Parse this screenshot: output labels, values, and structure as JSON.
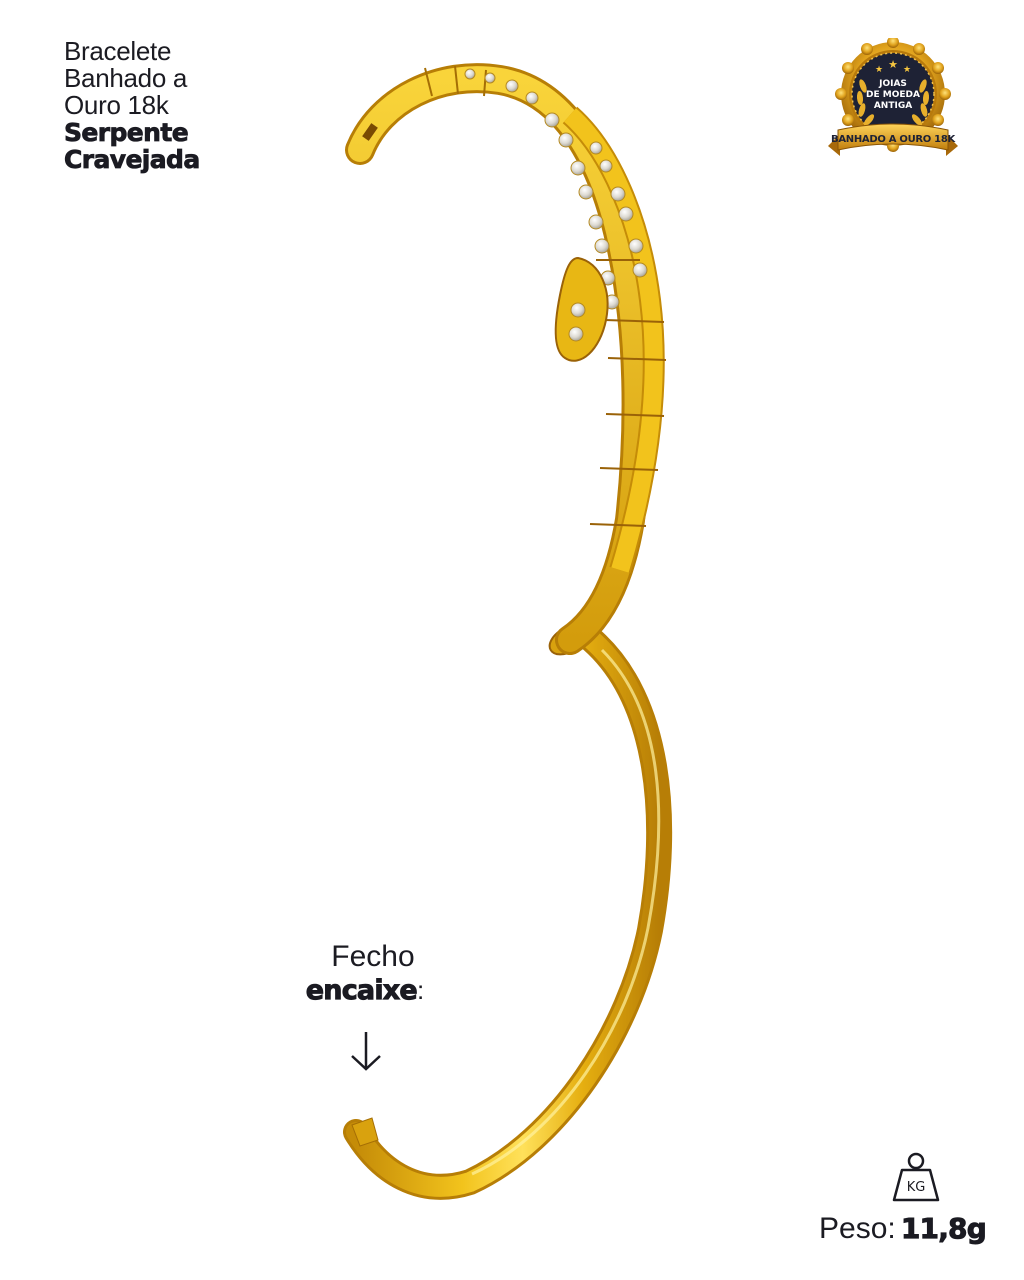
{
  "product": {
    "title_lines": [
      "Bracelete",
      "Banhado a",
      "Ouro 18k"
    ],
    "name_lines": [
      "Serpente",
      "Cravejada"
    ]
  },
  "badge": {
    "lines": [
      "JOIAS",
      "DE MOEDA",
      "ANTIGA"
    ],
    "ribbon": "BANHADO A OURO 18K",
    "stars": 3,
    "colors": {
      "gold": "#e0a21c",
      "gold_dark": "#9a6208",
      "navy": "#1e2235"
    }
  },
  "clasp_note": {
    "line1": "Fecho",
    "line2": "encaixe",
    "suffix": ":",
    "arrow": "down-arrow"
  },
  "weight": {
    "icon_label": "KG",
    "label": "Peso:",
    "value": "11,8g"
  },
  "colors": {
    "text": "#1b1b22",
    "gold": "#e8b714",
    "gold_dark": "#b9830a",
    "gold_light": "#ffd94a",
    "stone": "#e4e2dc"
  }
}
